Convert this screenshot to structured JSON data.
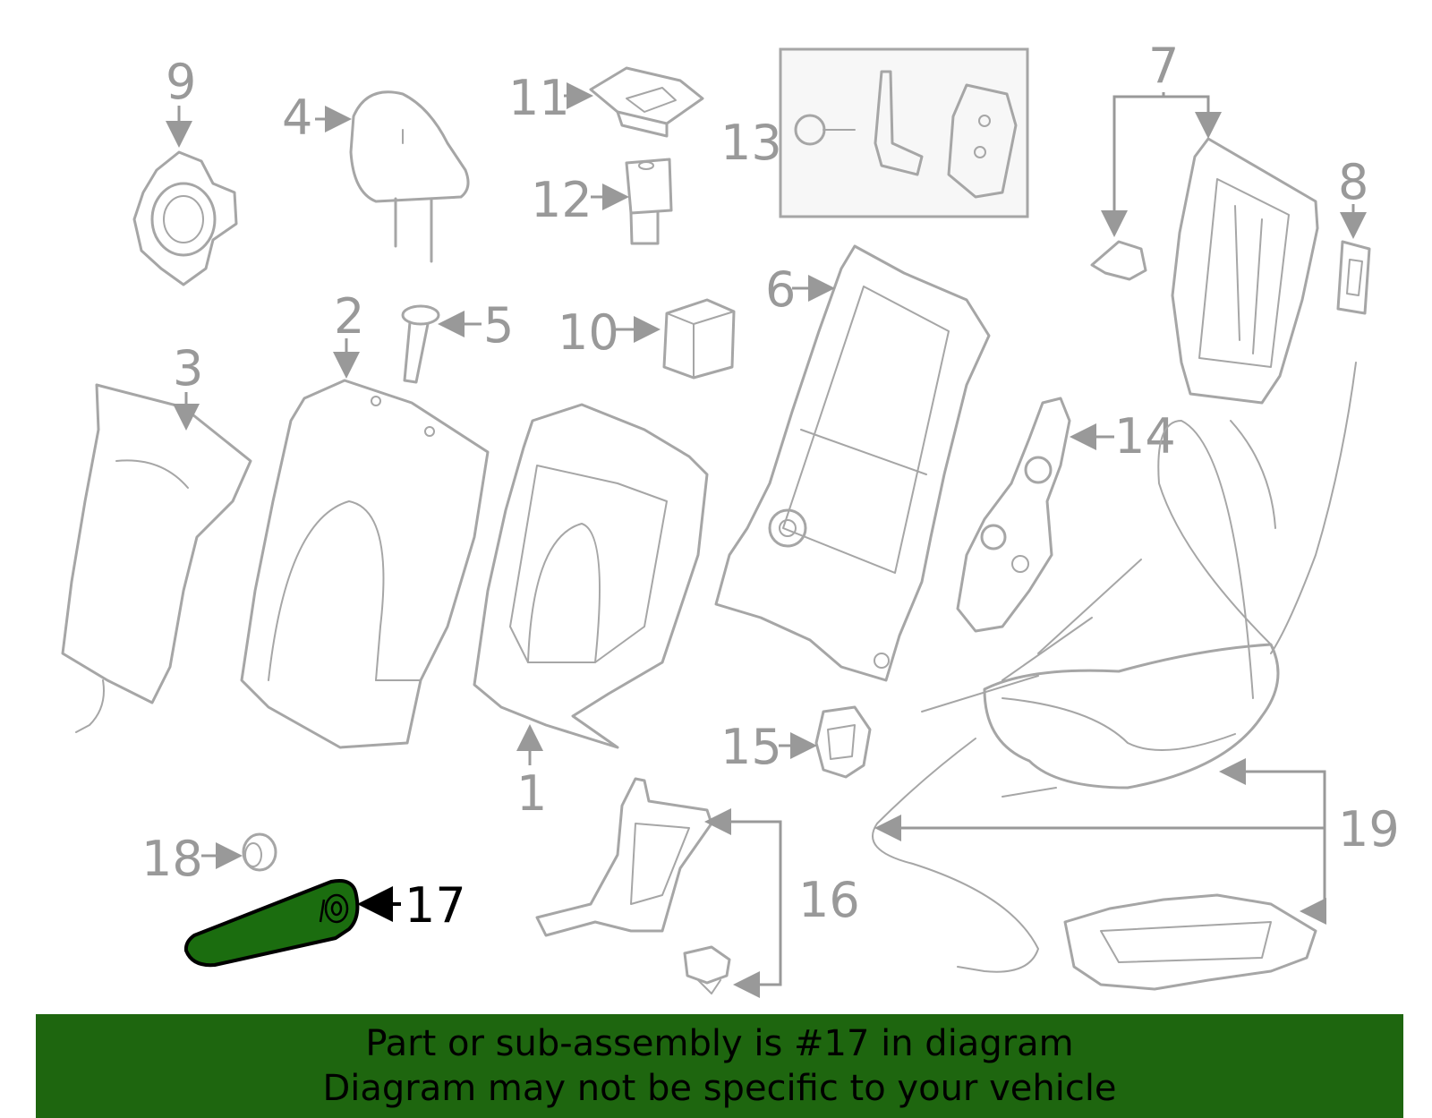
{
  "callouts": {
    "c1": "1",
    "c2": "2",
    "c3": "3",
    "c4": "4",
    "c5": "5",
    "c6": "6",
    "c7": "7",
    "c8": "8",
    "c9": "9",
    "c10": "10",
    "c11": "11",
    "c12": "12",
    "c13": "13",
    "c14": "14",
    "c15": "15",
    "c16": "16",
    "c17": "17",
    "c18": "18",
    "c19": "19"
  },
  "highlighted_part": "17",
  "colors": {
    "highlight_fill": "#1b6d0f",
    "banner_bg": "#1e660f",
    "line_gray": "#a6a6a6"
  },
  "banner": {
    "line1": "Part or sub-assembly is #17 in diagram",
    "line2": "Diagram may not be specific to your vehicle"
  }
}
